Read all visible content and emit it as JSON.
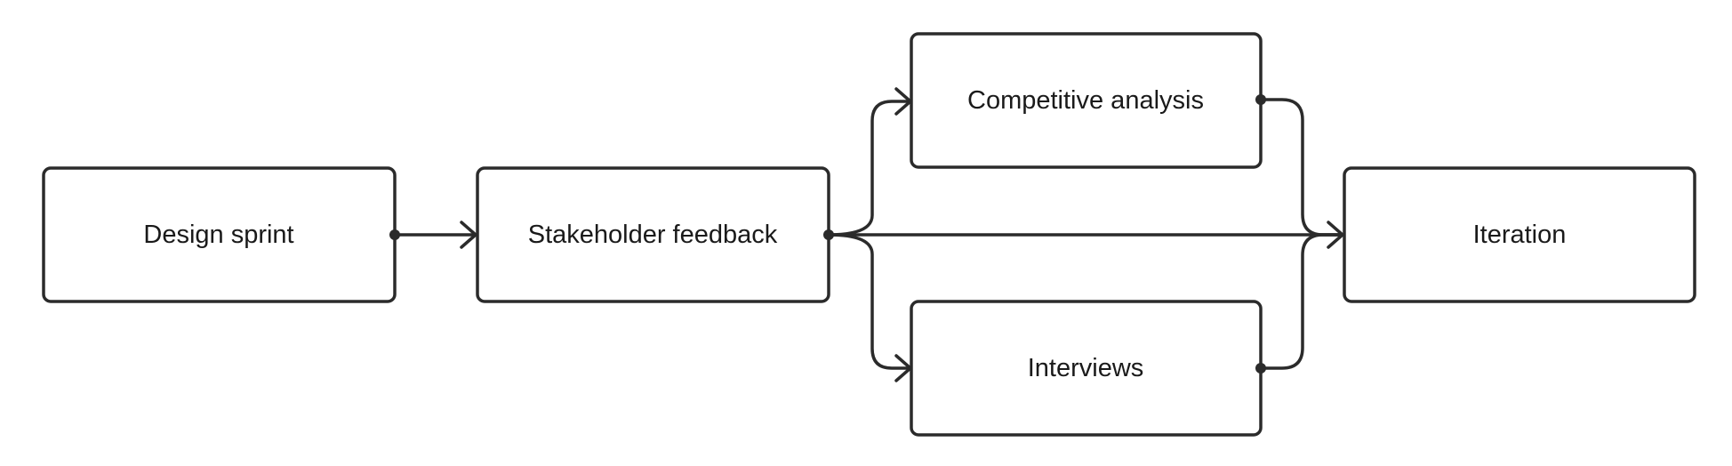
{
  "diagram": {
    "nodes": {
      "design_sprint": "Design sprint",
      "stakeholder_feedback": "Stakeholder feedback",
      "competitive_analysis": "Competitive analysis",
      "interviews": "Interviews",
      "iteration": "Iteration"
    },
    "edges": [
      {
        "from": "Design sprint",
        "to": "Stakeholder feedback"
      },
      {
        "from": "Stakeholder feedback",
        "to": "Competitive analysis"
      },
      {
        "from": "Stakeholder feedback",
        "to": "Iteration"
      },
      {
        "from": "Stakeholder feedback",
        "to": "Interviews"
      },
      {
        "from": "Competitive analysis",
        "to": "Iteration"
      },
      {
        "from": "Interviews",
        "to": "Iteration"
      }
    ],
    "colors": {
      "stroke": "#2b2b2b",
      "fill": "#ffffff",
      "text": "#1a1a1a"
    }
  }
}
